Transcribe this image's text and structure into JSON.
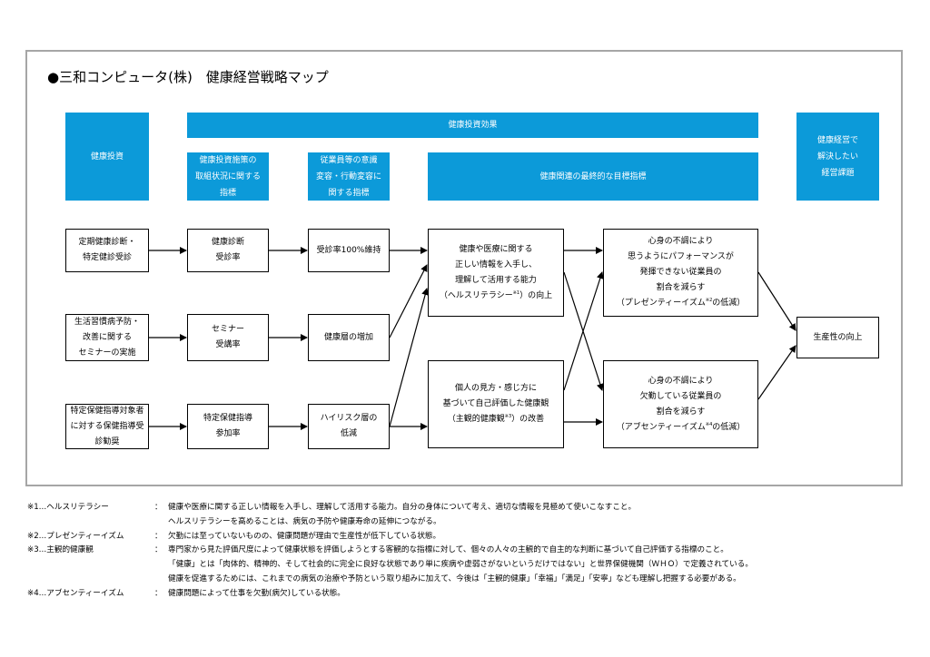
{
  "title": "●三和コンピュータ(株)　健康経営戦略マップ",
  "headers": {
    "investment": "健康投資",
    "effects": "健康投資効果",
    "effect_sub1": "健康投資施策の\n取組状況に関する\n指標",
    "effect_sub2": "従業員等の意識\n変容・行動変容に\n関する指標",
    "effect_sub3": "健康関連の最終的な目標指標",
    "issue": "健康経営で\n解決したい\n経営課題"
  },
  "boxes": {
    "col1": [
      "定期健康診断・\n特定健診受診",
      "生活習慣病予防・\n改善に関する\nセミナーの実施",
      "特定保健指導対象者\nに対する保健指導受\n診勧奨"
    ],
    "col2": [
      "健康診断\n受診率",
      "セミナー\n受講率",
      "特定保健指導\n参加率"
    ],
    "col3": [
      "受診率100%維持",
      "健康層の増加",
      "ハイリスク層の\n低減"
    ],
    "literacy": {
      "pre": "健康や医療に関する\n正しい情報を入手し、\n理解して活用する能力\n（ヘルスリテラシー",
      "mark": "※1",
      "post": "）の向上"
    },
    "subjective": {
      "pre": "個人の見方・感じ方に\n基づいて自己評価した健康観\n（主観的健康観",
      "mark": "※3",
      "post": "）の改善"
    },
    "presenteeism": {
      "pre": "心身の不調により\n思うようにパフォーマンスが\n発揮できない従業員の\n割合を減らす\n（プレゼンティーイズム",
      "mark": "※2",
      "post": "の低減）"
    },
    "absenteeism": {
      "pre": "心身の不調により\n欠勤している従業員の\n割合を減らす\n（アブセンティーイズム",
      "mark": "※4",
      "post": "の低減）"
    },
    "productivity": "生産性の向上"
  },
  "notes": [
    {
      "key": "※1…ヘルスリテラシー",
      "colon": "：",
      "text": "健康や医療に関する正しい情報を入手し、理解して活用する能力。自分の身体について考え、適切な情報を見極めて使いこなすこと。"
    },
    {
      "key": "",
      "colon": "",
      "text": "ヘルスリテラシーを高めることは、病気の予防や健康寿命の延伸につながる。"
    },
    {
      "key": "※2…プレゼンティーイズム",
      "colon": "：",
      "text": "欠勤には至っていないものの、健康問題が理由で生産性が低下している状態。"
    },
    {
      "key": "※3…主観的健康観",
      "colon": "：",
      "text": "専門家から見た評価尺度によって健康状態を評価しようとする客観的な指標に対して、個々の人々の主観的で自主的な判断に基づいて自己評価する指標のこと。"
    },
    {
      "key": "",
      "colon": "",
      "text": "「健康」とは「肉体的、精神的、そして社会的に完全に良好な状態であり単に疾病や虚弱さがないというだけではない」と世界保健機関（ＷＨＯ）で定義されている。"
    },
    {
      "key": "",
      "colon": "",
      "text": "健康を促進するためには、これまでの病気の治療や予防という取り組みに加えて、今後は「主観的健康」「幸福」「満足」「安寧」なども理解し把握する必要がある。"
    },
    {
      "key": "※4…アブセンティーイズム",
      "colon": "：",
      "text": "健康問題によって仕事を欠勤(病欠)している状態。"
    }
  ],
  "colors": {
    "header_blue": "#0c9ad9",
    "frame_gray": "#a6a6a6"
  }
}
